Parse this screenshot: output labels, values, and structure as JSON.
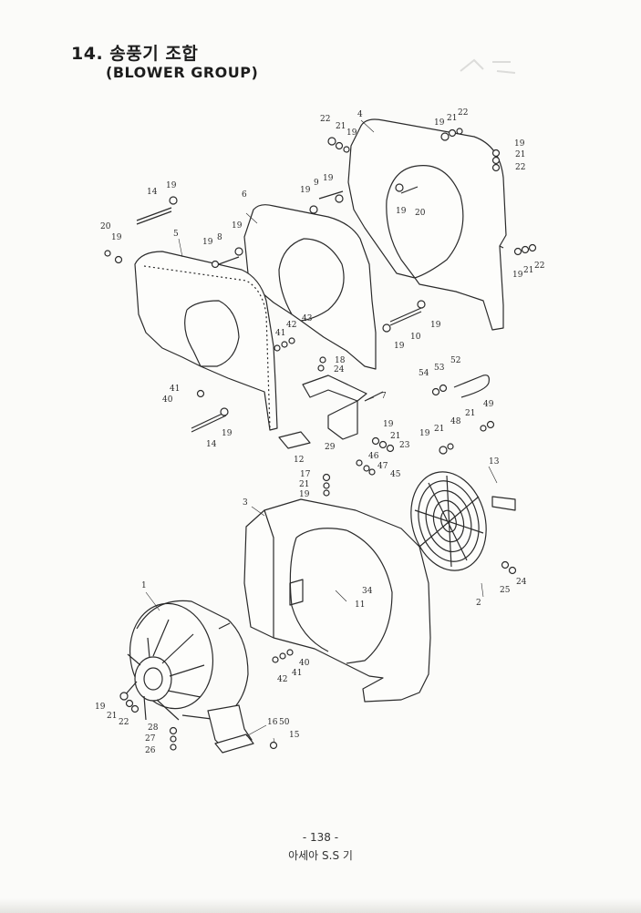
{
  "header": {
    "section_number": "14.",
    "title_korean": "송풍기 조합",
    "title_english": "(BLOWER GROUP)"
  },
  "footer": {
    "page_number": "- 138 -",
    "company": "아세아 S.S 기"
  },
  "callouts": [
    "1",
    "2",
    "3",
    "4",
    "5",
    "6",
    "7",
    "8",
    "9",
    "10",
    "11",
    "12",
    "13",
    "14",
    "14",
    "15",
    "16",
    "17",
    "18",
    "19",
    "20",
    "21",
    "22",
    "23",
    "24",
    "25",
    "26",
    "27",
    "28",
    "29",
    "34",
    "40",
    "41",
    "42",
    "43",
    "45",
    "46",
    "47",
    "48",
    "49",
    "50",
    "52",
    "53",
    "54"
  ]
}
